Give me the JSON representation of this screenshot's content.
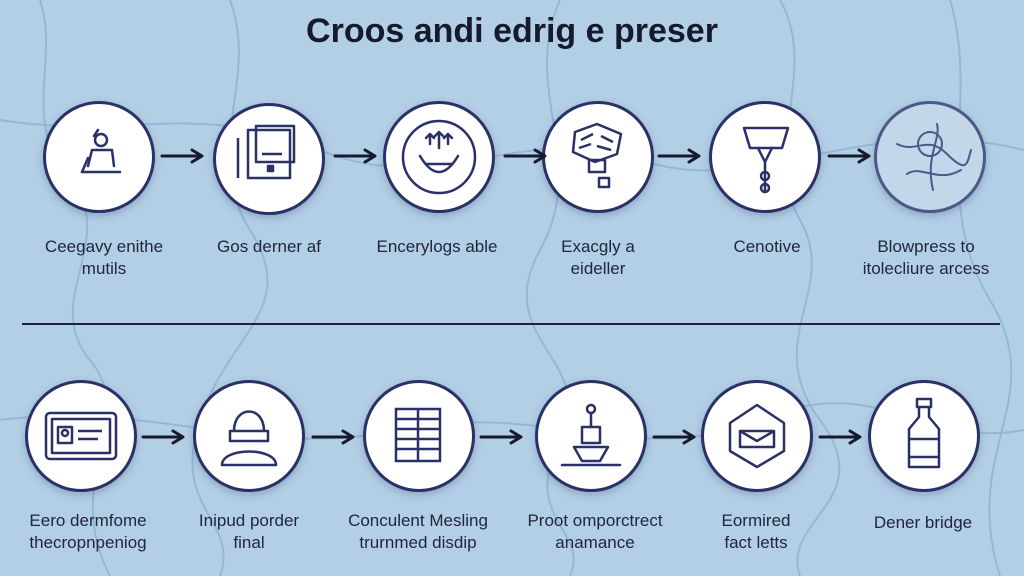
{
  "title": "Croos andi edrig e preser",
  "row1": [
    {
      "icon": "person-at-desk-icon",
      "line1": "Ceegavy enithe",
      "line2": "mutils"
    },
    {
      "icon": "monitor-icon",
      "line1": "Gos derner af",
      "line2": ""
    },
    {
      "icon": "funnel-arrows-icon",
      "line1": "Encerylogs able",
      "line2": ""
    },
    {
      "icon": "document-stack-icon",
      "line1": "Exacgly a",
      "line2": "eideller"
    },
    {
      "icon": "scale-tool-icon",
      "line1": "Cenotive",
      "line2": ""
    },
    {
      "icon": "map-globe-icon",
      "line1": "Blowpress to",
      "line2": "itolecliure arcess"
    }
  ],
  "row2": [
    {
      "icon": "id-card-icon",
      "line1": "Eero dermfome",
      "line2": "thecropnpeniog"
    },
    {
      "icon": "person-bust-icon",
      "line1": "Inipud porder",
      "line2": "final"
    },
    {
      "icon": "server-rack-icon",
      "line1": "Conculent Mesling",
      "line2": "trurnmed disdip"
    },
    {
      "icon": "tripod-platform-icon",
      "line1": "Proot omporctrect",
      "line2": "anamance"
    },
    {
      "icon": "envelope-hexagon-icon",
      "line1": "Eormired",
      "line2": "fact letts"
    },
    {
      "icon": "bottle-icon",
      "line1": "Dener bridge",
      "line2": ""
    }
  ]
}
